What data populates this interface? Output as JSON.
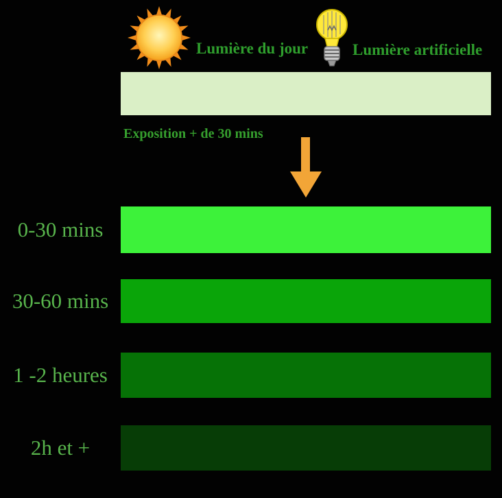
{
  "legend": {
    "daylight_label": "Lumière du jour",
    "artificial_label": "Lumière artificielle"
  },
  "exposure": {
    "label": "Exposition + de 30 mins",
    "bar_color": "#daefc6",
    "arrow_color": "#f2a537"
  },
  "rows": [
    {
      "label": "0-30 mins",
      "color": "#3df23a"
    },
    {
      "label": "30-60 mins",
      "color": "#0aa509"
    },
    {
      "label": "1 -2 heures",
      "color": "#067206"
    },
    {
      "label": "2h et +",
      "color": "#073d06"
    }
  ],
  "icons": {
    "sun": "sun-icon",
    "bulb": "lightbulb-icon",
    "arrow": "down-arrow-icon"
  },
  "colors": {
    "background": "#020202",
    "text_green": "#36a02e",
    "label_green": "#58b44c"
  }
}
